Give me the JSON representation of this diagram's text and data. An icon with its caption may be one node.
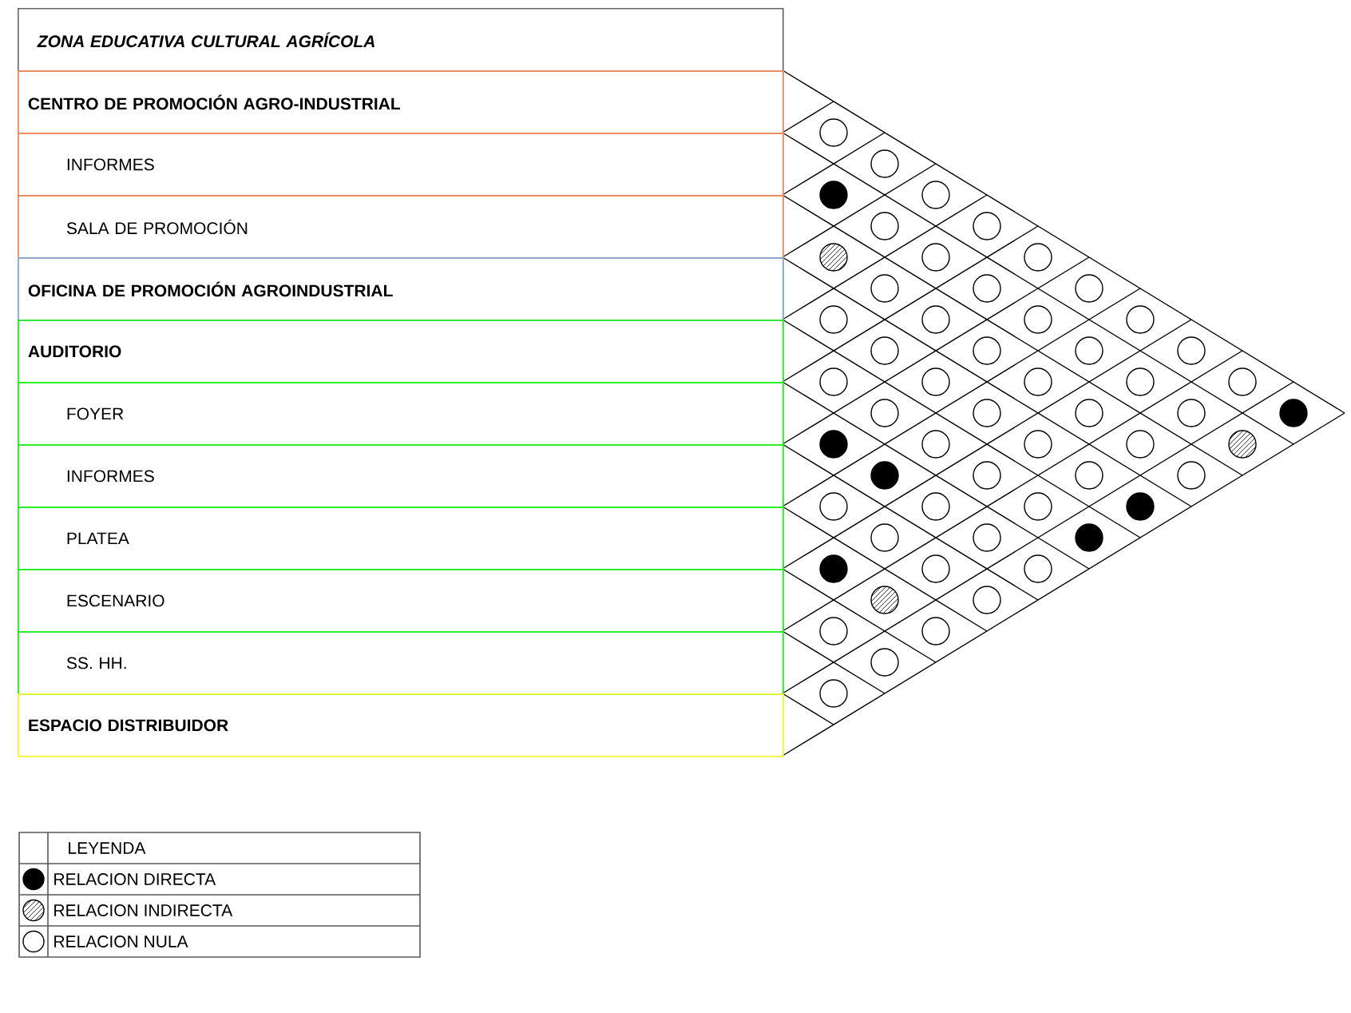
{
  "diagram": {
    "title": "ZONA EDUCATIVA CULTURAL AGRÍCOLA",
    "nodes": [
      {
        "text": [
          "CENTRO DE PROMOCIÓN AGRO-INDUSTRIAL"
        ]
      },
      {
        "text": [
          "INFORMES"
        ]
      },
      {
        "text": [
          "SALA DE PROMOCIÓN"
        ]
      },
      {
        "text": [
          "OFICINA DE PROMOCIÓN AGROINDUSTRIAL"
        ]
      },
      {
        "text": [
          "AUDITORIO"
        ]
      },
      {
        "text": [
          "FOYER"
        ]
      },
      {
        "text": [
          "INFORMES"
        ]
      },
      {
        "text": [
          "PLATEA"
        ]
      },
      {
        "text": [
          "ESCENARIO"
        ]
      },
      {
        "text": [
          "SS. HH."
        ]
      },
      {
        "text": [
          "ESPACIO DISTRIBUIDOR"
        ]
      },
      {
        "text": [],
        "shape": "circle"
      },
      {
        "text": [],
        "shape": "circle"
      },
      {
        "text": [],
        "shape": "disk"
      },
      {
        "text": [],
        "shape": "circle"
      },
      {
        "text": [],
        "shape": "circle"
      },
      {
        "text": [],
        "shape": "circle"
      },
      {
        "text": [],
        "shape": "hatched"
      },
      {
        "text": [],
        "shape": "circle"
      },
      {
        "text": [],
        "shape": "circle"
      },
      {
        "text": [],
        "shape": "circle"
      },
      {
        "text": [],
        "shape": "circle"
      },
      {
        "text": [],
        "shape": "circle"
      },
      {
        "text": [],
        "shape": "circle"
      },
      {
        "text": [],
        "shape": "circle"
      },
      {
        "text": [],
        "shape": "circle"
      },
      {
        "text": [],
        "shape": "circle"
      },
      {
        "text": [],
        "shape": "circle"
      },
      {
        "text": [],
        "shape": "circle"
      },
      {
        "text": [],
        "shape": "circle"
      },
      {
        "text": [],
        "shape": "circle"
      },
      {
        "text": [],
        "shape": "circle"
      },
      {
        "text": [],
        "shape": "circle"
      },
      {
        "text": [],
        "shape": "circle"
      },
      {
        "text": [],
        "shape": "circle"
      },
      {
        "text": [],
        "shape": "circle"
      },
      {
        "text": [],
        "shape": "circle"
      },
      {
        "text": [],
        "shape": "circle"
      },
      {
        "text": [],
        "shape": "circle"
      },
      {
        "text": [],
        "shape": "circle"
      },
      {
        "text": [],
        "shape": "disk"
      },
      {
        "text": [],
        "shape": "disk"
      },
      {
        "text": [],
        "shape": "circle"
      },
      {
        "text": [],
        "shape": "circle"
      },
      {
        "text": [],
        "shape": "circle"
      },
      {
        "text": [],
        "shape": "hatched"
      },
      {
        "text": [],
        "shape": "disk"
      },
      {
        "text": [],
        "shape": "circle"
      },
      {
        "text": [],
        "shape": "circle"
      },
      {
        "text": [],
        "shape": "circle"
      },
      {
        "text": [],
        "shape": "circle"
      },
      {
        "text": [],
        "shape": "circle"
      },
      {
        "text": [],
        "shape": "circle"
      },
      {
        "text": [],
        "shape": "disk"
      },
      {
        "text": [],
        "shape": "circle"
      },
      {
        "text": [],
        "shape": "circle"
      },
      {
        "text": [],
        "shape": "disk"
      },
      {
        "text": [],
        "shape": "disk"
      },
      {
        "text": [],
        "shape": "circle"
      },
      {
        "text": [],
        "shape": "circle"
      },
      {
        "text": [],
        "shape": "hatched"
      },
      {
        "text": [],
        "shape": "circle"
      },
      {
        "text": [],
        "shape": "circle"
      },
      {
        "text": [],
        "shape": "circle"
      },
      {
        "text": [],
        "shape": "circle"
      },
      {
        "text": [],
        "shape": "circle"
      }
    ],
    "labels": [
      "LEYENDA"
    ],
    "legend": [
      {
        "text": "RELACION DIRECTA"
      },
      {
        "text": "RELACION INDIRECTA"
      },
      {
        "text": "RELACION NULA"
      }
    ]
  }
}
